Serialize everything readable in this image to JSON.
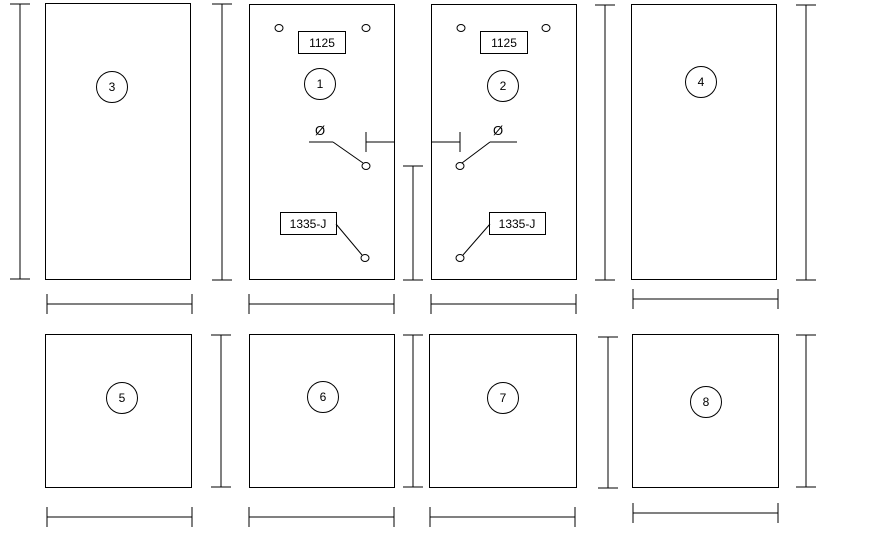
{
  "panels": [
    {
      "id": "panel-3",
      "number": "3"
    },
    {
      "id": "panel-1",
      "number": "1",
      "top_label": "1125",
      "bottom_label": "1335-J",
      "switch_symbol": "Ø"
    },
    {
      "id": "panel-2",
      "number": "2",
      "top_label": "1125",
      "bottom_label": "1335-J",
      "switch_symbol": "Ø"
    },
    {
      "id": "panel-4",
      "number": "4"
    },
    {
      "id": "panel-5",
      "number": "5"
    },
    {
      "id": "panel-6",
      "number": "6"
    },
    {
      "id": "panel-7",
      "number": "7"
    },
    {
      "id": "panel-8",
      "number": "8"
    }
  ],
  "colors": {
    "line": "#000000",
    "background": "#ffffff"
  }
}
